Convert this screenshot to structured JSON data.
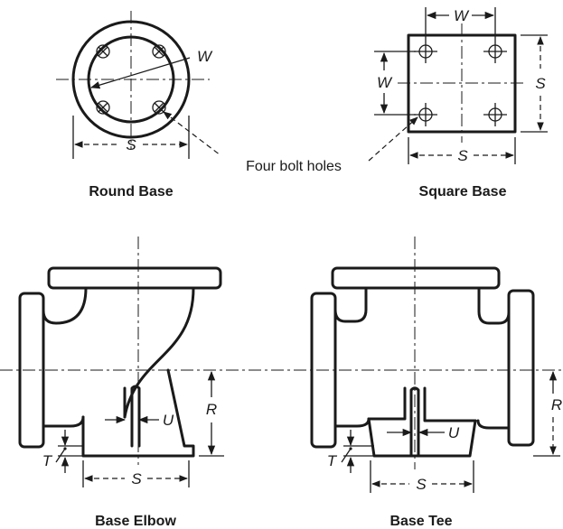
{
  "labels": {
    "round_base": "Round Base",
    "square_base": "Square Base",
    "base_elbow": "Base Elbow",
    "base_tee": "Base Tee",
    "four_bolt_holes": "Four bolt holes"
  },
  "dims": {
    "w": "W",
    "s": "S",
    "r": "R",
    "t": "T",
    "u": "U"
  }
}
